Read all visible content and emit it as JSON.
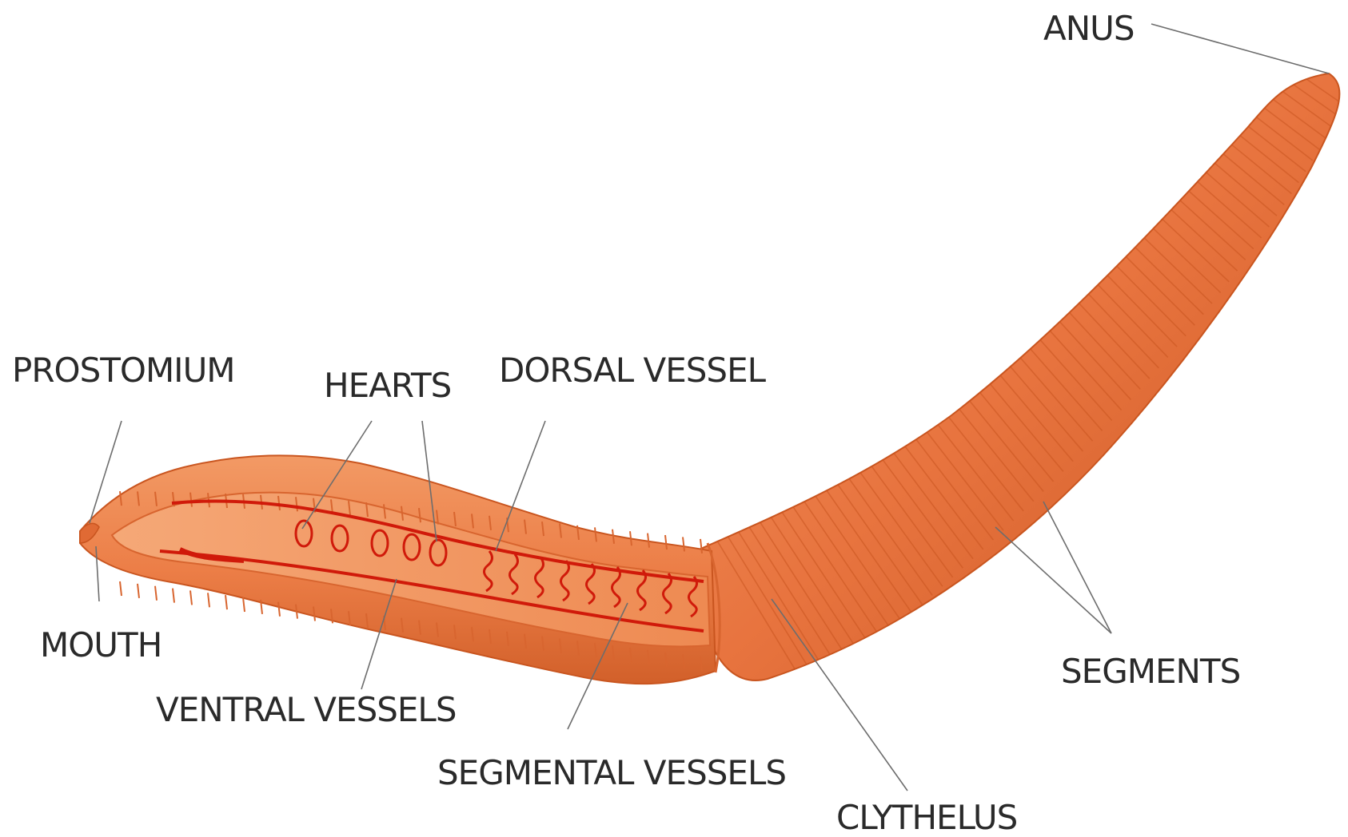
{
  "diagram": {
    "labels": {
      "anus": "ANUS",
      "prostomium": "PROSTOMIUM",
      "hearts": "HEARTS",
      "dorsal_vessel": "DORSAL VESSEL",
      "mouth": "MOUTH",
      "ventral_vessels": "VENTRAL VESSELS",
      "segmental_vessels": "SEGMENTAL VESSELS",
      "clythelus": "CLYTHELUS",
      "segments": "SEGMENTS"
    },
    "colors": {
      "body": "#e8743f",
      "body_dark": "#c9551f",
      "body_light": "#f59a66",
      "vessel": "#d01a0a",
      "interior": "#f08a4a",
      "leader": "#6d6d6d",
      "text": "#2a2a2a"
    }
  }
}
